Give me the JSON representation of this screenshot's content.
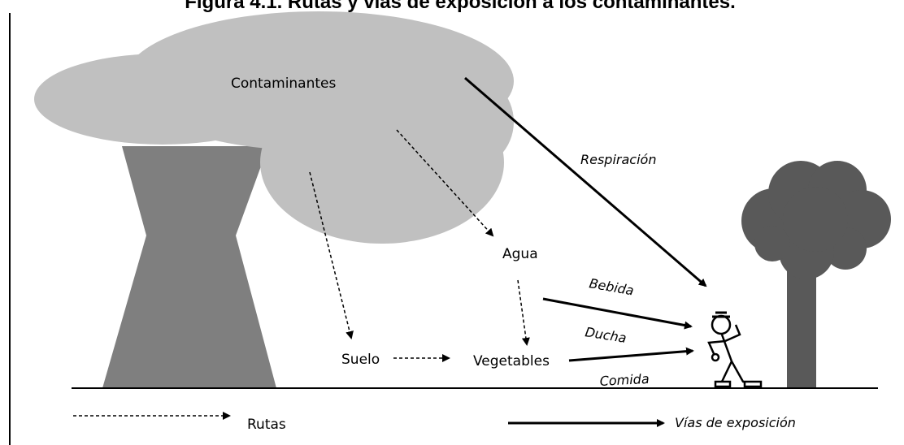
{
  "title": "Figura 4.1. Rutas y vías de exposición a los contaminantes.",
  "labels": {
    "pollutants": "Contaminantes",
    "water": "Agua",
    "soil": "Suelo",
    "vegetables": "Vegetables",
    "breathing": "Respiración",
    "drinking": "Bebida",
    "shower": "Ducha",
    "food": "Comida"
  },
  "legend": {
    "routes": "Rutas",
    "exposure": "Vías de exposición"
  },
  "colors": {
    "cloud": "#c0c0c0",
    "tower": "#7f7f7f",
    "tree": "#595959",
    "line": "#000000"
  }
}
